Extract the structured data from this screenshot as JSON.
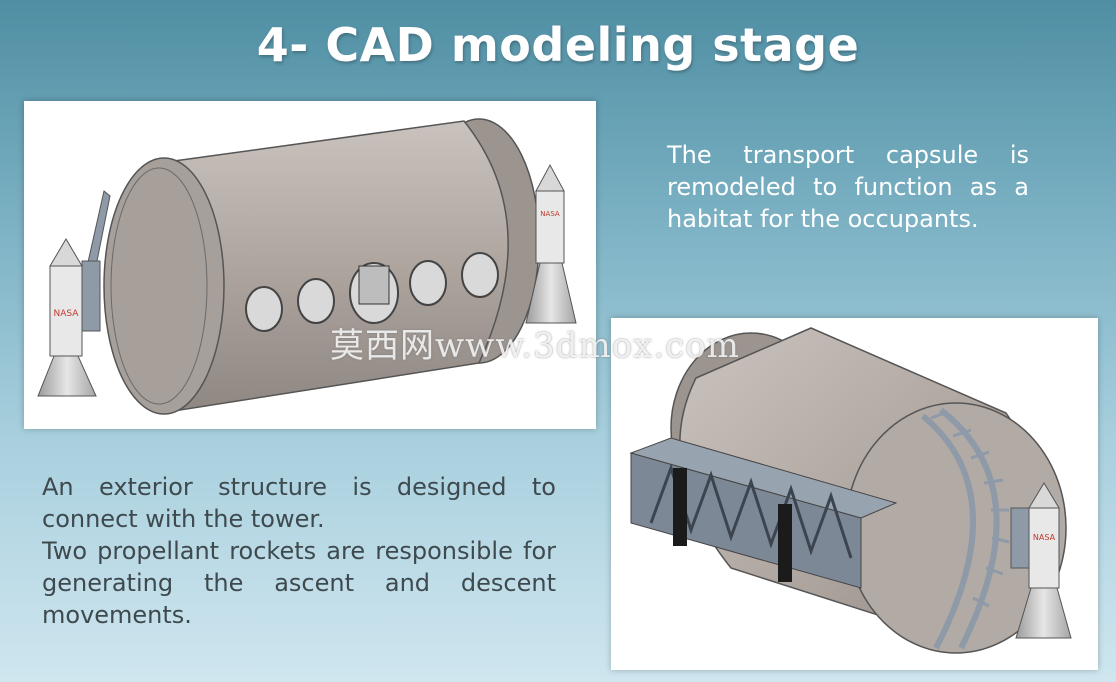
{
  "slide": {
    "title": "4- CAD modeling stage",
    "capsule_text": "The transport capsule is remodeled to function as a habitat for the occupants.",
    "structure_text_1": "An exterior structure is designed to connect with the tower.",
    "structure_text_2": "Two propellant rockets are responsible for generating the ascent and descent movements.",
    "watermark": "莫西网www.3dmox.com",
    "rocket_label": "NASA"
  },
  "colors": {
    "capsule_body": "#b3aba6",
    "frame": "#8e9aa8",
    "nozzle": "#c8c8c8"
  }
}
